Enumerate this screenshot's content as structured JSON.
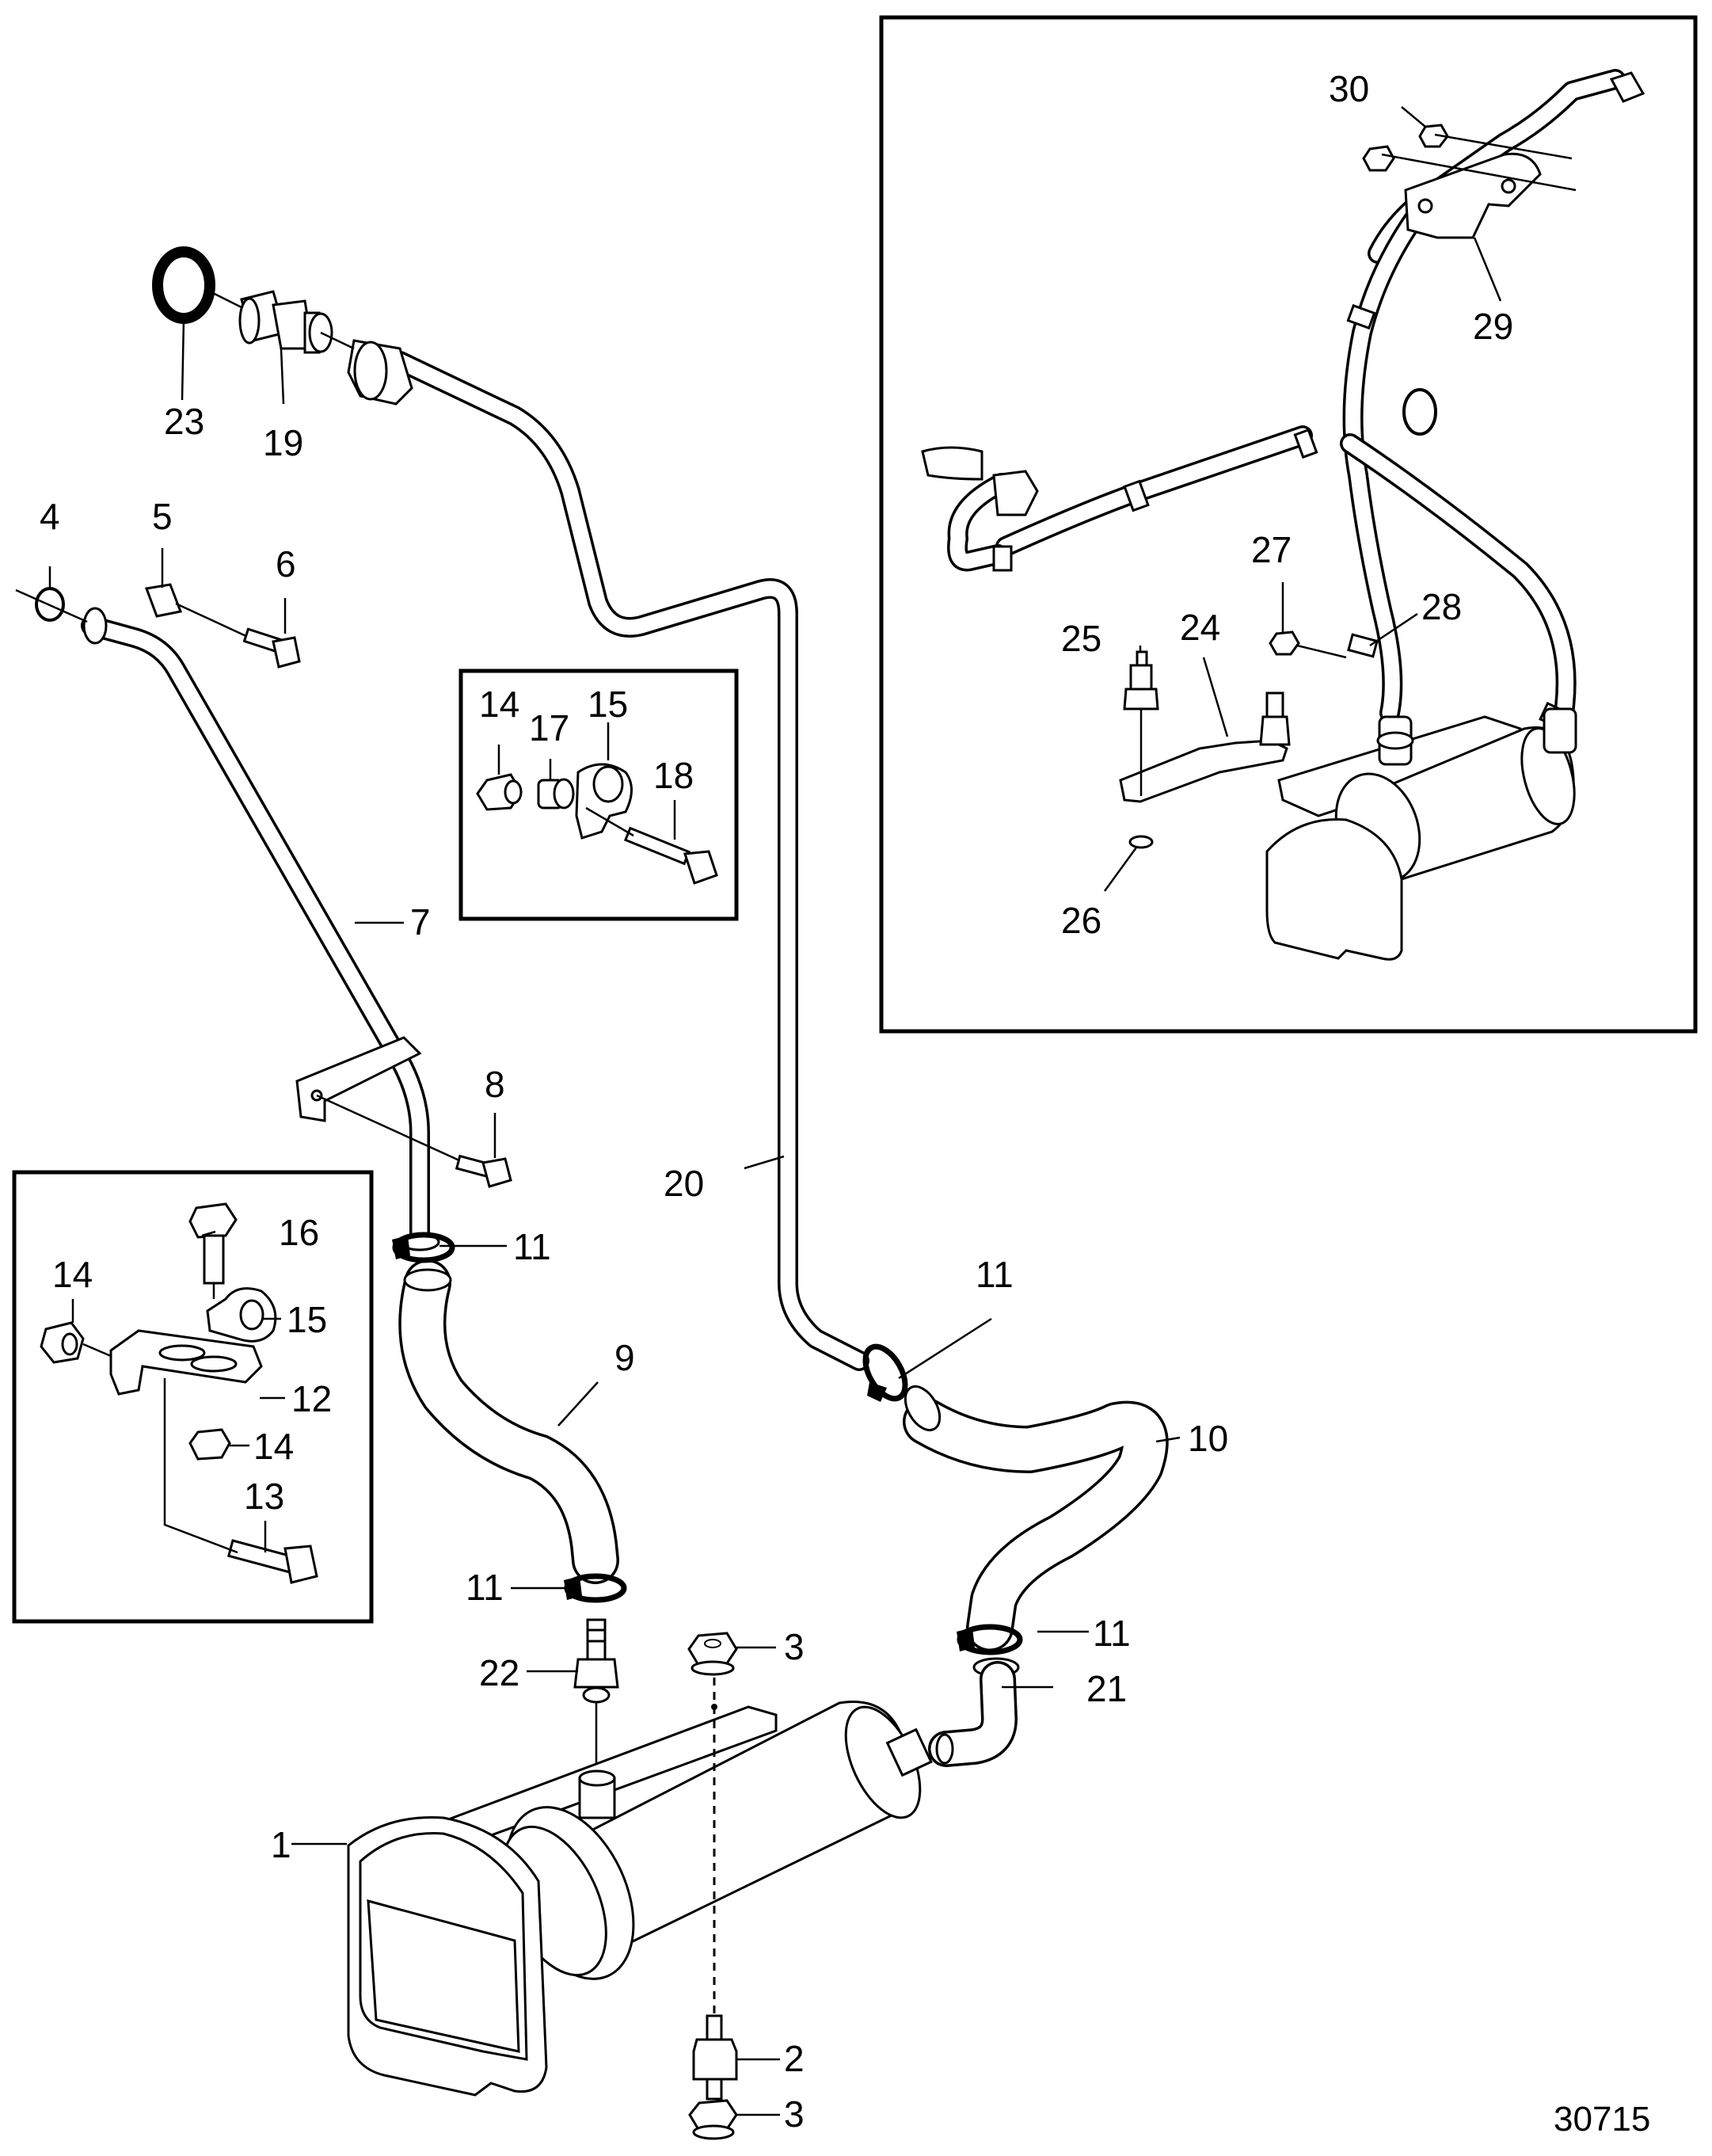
{
  "diagram": {
    "reference_number": "30715",
    "labels": [
      {
        "id": "1",
        "text": "1"
      },
      {
        "id": "2",
        "text": "2"
      },
      {
        "id": "3a",
        "text": "3"
      },
      {
        "id": "3b",
        "text": "3"
      },
      {
        "id": "4",
        "text": "4"
      },
      {
        "id": "5",
        "text": "5"
      },
      {
        "id": "6",
        "text": "6"
      },
      {
        "id": "7",
        "text": "7"
      },
      {
        "id": "8",
        "text": "8"
      },
      {
        "id": "9",
        "text": "9"
      },
      {
        "id": "10",
        "text": "10"
      },
      {
        "id": "11a",
        "text": "11"
      },
      {
        "id": "11b",
        "text": "11"
      },
      {
        "id": "11c",
        "text": "11"
      },
      {
        "id": "11d",
        "text": "11"
      },
      {
        "id": "12",
        "text": "12"
      },
      {
        "id": "13",
        "text": "13"
      },
      {
        "id": "14a",
        "text": "14"
      },
      {
        "id": "14b",
        "text": "14"
      },
      {
        "id": "14c",
        "text": "14"
      },
      {
        "id": "15a",
        "text": "15"
      },
      {
        "id": "15b",
        "text": "15"
      },
      {
        "id": "16",
        "text": "16"
      },
      {
        "id": "17",
        "text": "17"
      },
      {
        "id": "18",
        "text": "18"
      },
      {
        "id": "19",
        "text": "19"
      },
      {
        "id": "20",
        "text": "20"
      },
      {
        "id": "21",
        "text": "21"
      },
      {
        "id": "22",
        "text": "22"
      },
      {
        "id": "23",
        "text": "23"
      },
      {
        "id": "24",
        "text": "24"
      },
      {
        "id": "25",
        "text": "25"
      },
      {
        "id": "26",
        "text": "26"
      },
      {
        "id": "27",
        "text": "27"
      },
      {
        "id": "28",
        "text": "28"
      },
      {
        "id": "29",
        "text": "29"
      },
      {
        "id": "30",
        "text": "30"
      }
    ]
  }
}
